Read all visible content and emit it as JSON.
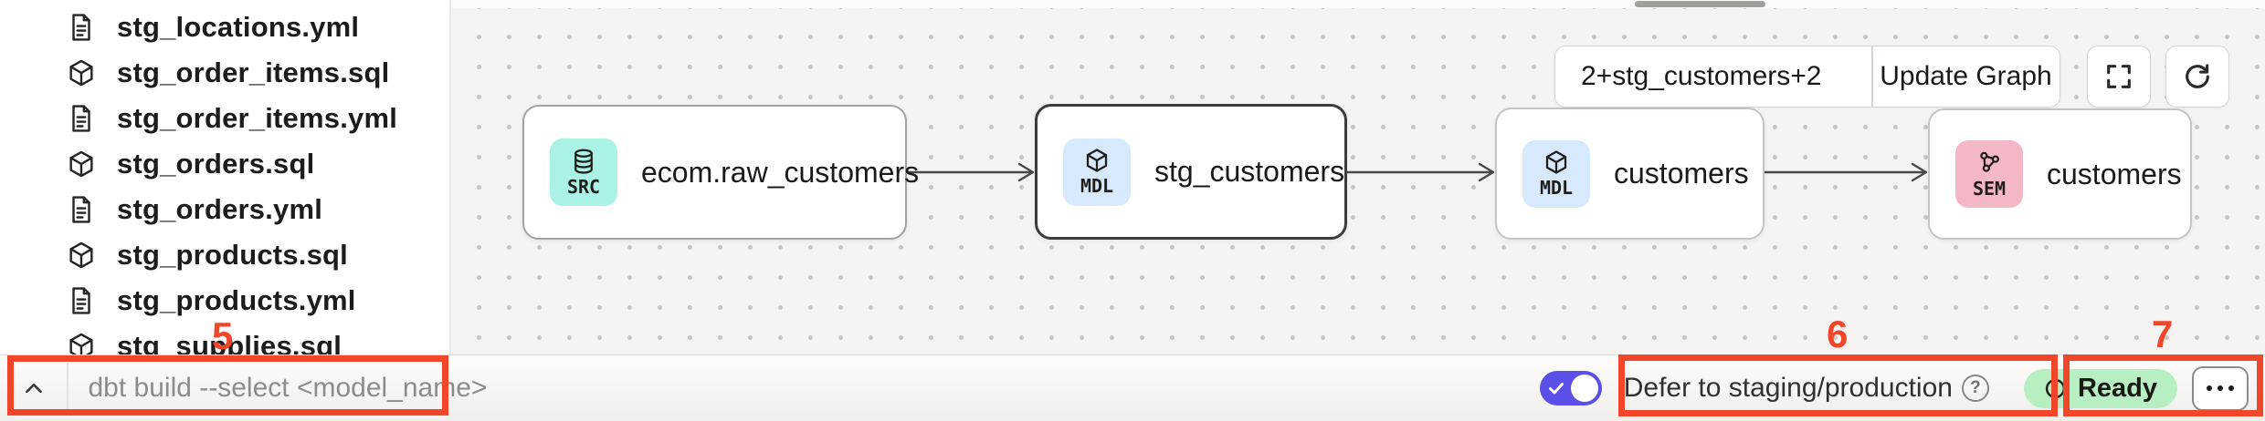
{
  "colors": {
    "annotation_red": "#F2462A",
    "toggle_purple": "#5B4FE8",
    "ready_green_bg": "#B7EFC2",
    "badge_src_teal": "#A9F2E4",
    "badge_mdl_blue": "#D7E9FC",
    "badge_sem_pink": "#F4B7C6",
    "canvas_bg": "#F5F4F2",
    "node_border": "#A5A29D",
    "node_border_selected": "#3E3C38"
  },
  "sidebar": {
    "items": [
      {
        "label": "stg_locations.yml",
        "icon": "file-icon"
      },
      {
        "label": "stg_order_items.sql",
        "icon": "model-cube-icon"
      },
      {
        "label": "stg_order_items.yml",
        "icon": "file-icon"
      },
      {
        "label": "stg_orders.sql",
        "icon": "model-cube-icon"
      },
      {
        "label": "stg_orders.yml",
        "icon": "file-icon"
      },
      {
        "label": "stg_products.sql",
        "icon": "model-cube-icon"
      },
      {
        "label": "stg_products.yml",
        "icon": "file-icon"
      },
      {
        "label": "stg_supplies.sql",
        "icon": "model-cube-icon",
        "clipped": true
      }
    ]
  },
  "canvas": {
    "selector": {
      "value": "2+stg_customers+2",
      "update_button_label": "Update Graph"
    },
    "toolbar_icons": [
      "fullscreen-icon",
      "refresh-icon"
    ],
    "nodes": [
      {
        "badge": "SRC",
        "badge_icon": "database-icon",
        "title": "ecom.raw_customers",
        "selected": false
      },
      {
        "badge": "MDL",
        "badge_icon": "cube-icon",
        "title": "stg_customers",
        "selected": true
      },
      {
        "badge": "MDL",
        "badge_icon": "cube-icon",
        "title": "customers",
        "selected": false
      },
      {
        "badge": "SEM",
        "badge_icon": "semantic-graph-icon",
        "title": "customers",
        "selected": false
      }
    ],
    "edges": [
      {
        "from": 0,
        "to": 1
      },
      {
        "from": 1,
        "to": 2
      },
      {
        "from": 2,
        "to": 3
      }
    ]
  },
  "bottom_bar": {
    "command_placeholder": "dbt build --select <model_name>",
    "defer_label": "Defer to staging/production",
    "defer_on": true,
    "help_glyph": "?",
    "ready_label": "Ready"
  },
  "annotations": {
    "label_5": "5",
    "label_6": "6",
    "label_7": "7"
  }
}
